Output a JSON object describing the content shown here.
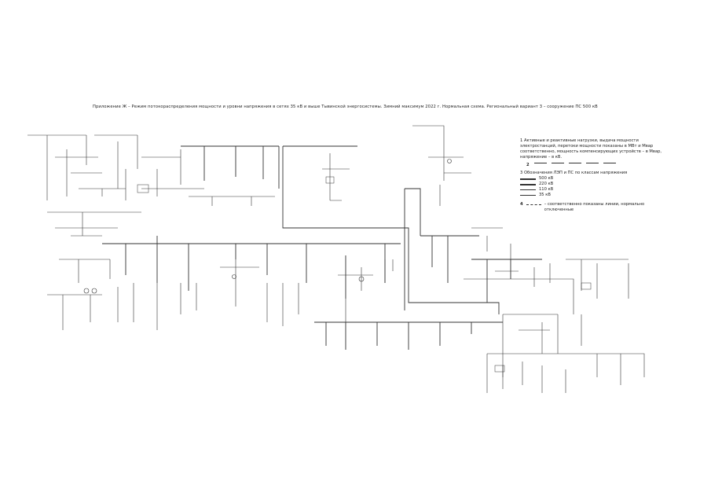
{
  "title": "Приложение Ж – Режим потокораспределения мощности и уровни напряжения в сетях 35 кВ и выше Тывинской энергосистемы. Зимний максимум 2022 г. Нормальная схема. Региональный вариант 3 – сооружение ПС 500 кВ",
  "legend": {
    "note1": "1 Активные и реактивные нагрузки, выдача мощности электростанций, перетоки мощности показаны в МВт и Мвар соответственно, мощность компенсирующих устройств – в Мвар, напряжение – в кВ.",
    "note2_prefix": "2",
    "note3": "3 Обозначения ЛЭП и ПС по классам напряжения",
    "v500": "500 кВ",
    "v220": "220 кВ",
    "v110": "110 кВ",
    "v35": "35 кВ",
    "note4_prefix": "4",
    "note4": "– соответственно показаны линии, нормально отключенные"
  }
}
